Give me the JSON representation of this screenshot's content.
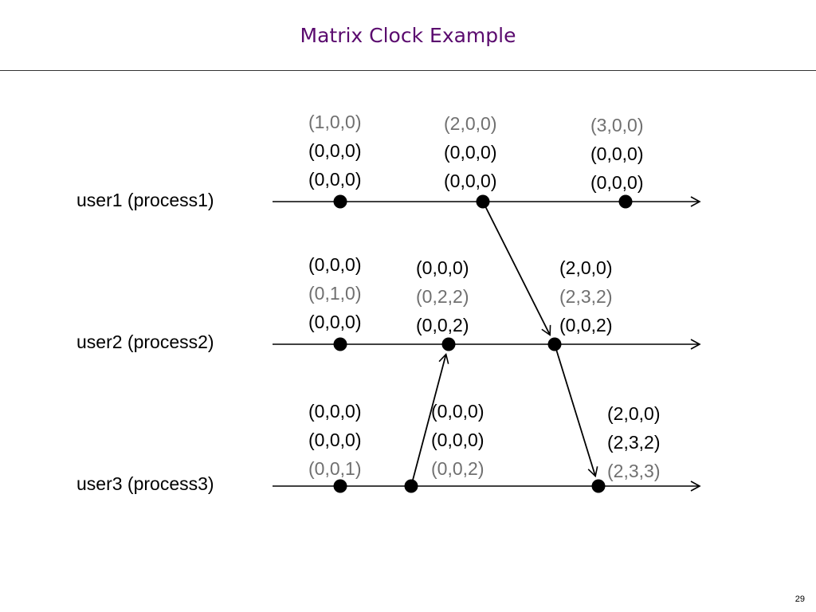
{
  "title": "Matrix Clock Example",
  "page_number": "29",
  "processes": [
    {
      "label": "user1 (process1)"
    },
    {
      "label": "user2 (process2)"
    },
    {
      "label": "user3 (process3)"
    }
  ],
  "events": [
    {
      "process": 1,
      "rows": [
        "(1,0,0)",
        "(0,0,0)",
        "(0,0,0)"
      ],
      "highlight_row": 0
    },
    {
      "process": 1,
      "rows": [
        "(2,0,0)",
        "(0,0,0)",
        "(0,0,0)"
      ],
      "highlight_row": 0
    },
    {
      "process": 1,
      "rows": [
        "(3,0,0)",
        "(0,0,0)",
        "(0,0,0)"
      ],
      "highlight_row": 0
    },
    {
      "process": 2,
      "rows": [
        "(0,0,0)",
        "(0,1,0)",
        "(0,0,0)"
      ],
      "highlight_row": 1
    },
    {
      "process": 2,
      "rows": [
        "(0,0,0)",
        "(0,2,2)",
        "(0,0,2)"
      ],
      "highlight_row": 1
    },
    {
      "process": 2,
      "rows": [
        "(2,0,0)",
        "(2,3,2)",
        "(0,0,2)"
      ],
      "highlight_row": 1
    },
    {
      "process": 3,
      "rows": [
        "(0,0,0)",
        "(0,0,0)",
        "(0,0,1)"
      ],
      "highlight_row": 2
    },
    {
      "process": 3,
      "rows": [
        "(0,0,0)",
        "(0,0,0)",
        "(0,0,2)"
      ],
      "highlight_row": 2
    },
    {
      "process": 3,
      "rows": [
        "(2,0,0)",
        "(2,3,2)",
        "(2,3,3)"
      ],
      "highlight_row": 2
    }
  ],
  "messages": [
    {
      "from_process": 1,
      "to_process": 2
    },
    {
      "from_process": 3,
      "to_process": 2
    },
    {
      "from_process": 2,
      "to_process": 3
    }
  ],
  "colors": {
    "title": "#5a0a6e",
    "own_row": "#707070",
    "other_rows": "#000000",
    "lines": "#000000"
  }
}
